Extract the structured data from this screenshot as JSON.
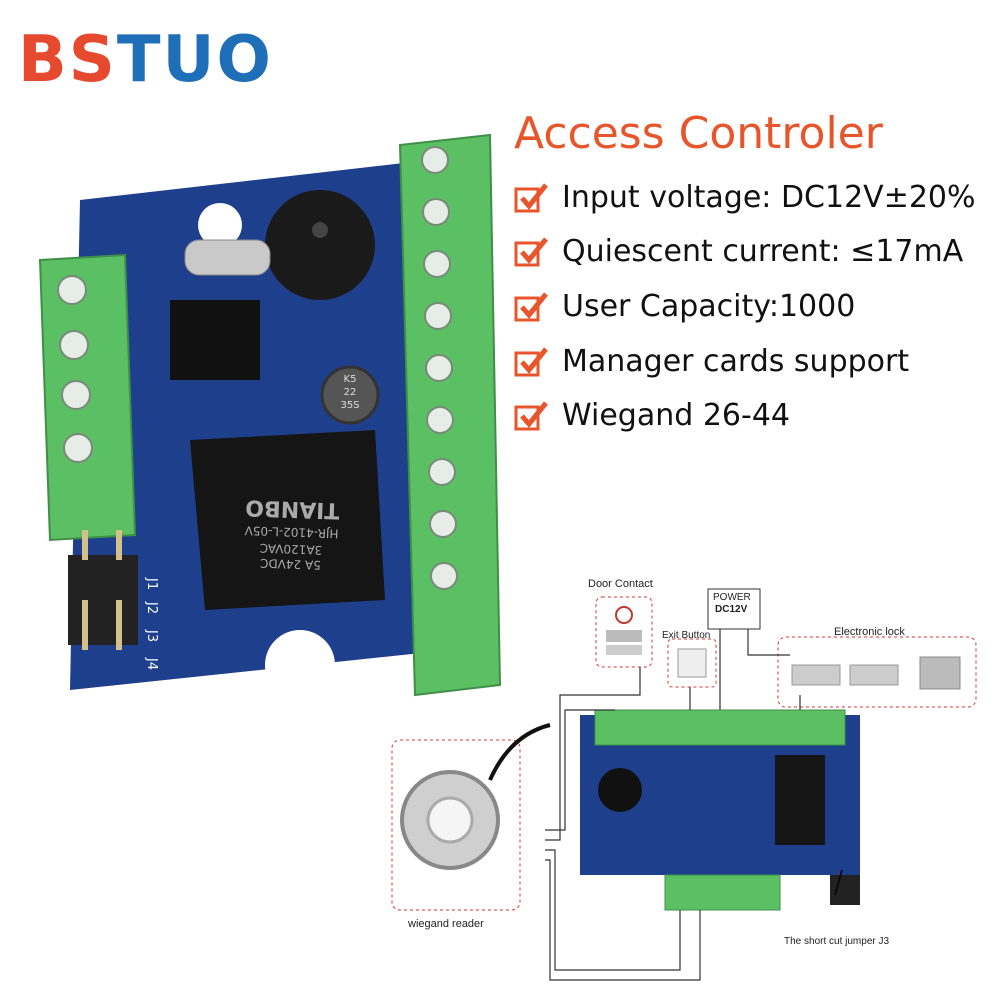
{
  "brand": {
    "name": "BSTUO",
    "part1": "BS",
    "part2": "TUO",
    "color_orange": "#e64a2e",
    "color_blue": "#1f6fb8"
  },
  "title": "Access Controler",
  "features": [
    "Input voltage: DC12V±20%",
    "Quiescent current: ≤17mA",
    "User Capacity:1000",
    "Manager cards support",
    "Wiegand 26-44"
  ],
  "board_marks": {
    "relay_brand": "TIANBO",
    "relay_model": "HJR-4102-L-05V",
    "relay_rating1": "3A120VAC",
    "relay_rating2": "5A 24VDC",
    "capacitor": [
      "K5",
      "22",
      "35S"
    ],
    "jumpers": [
      "J1",
      "J2",
      "J3",
      "J4"
    ]
  },
  "diagram": {
    "door_contact": "Door Contact",
    "power": "POWER",
    "power_voltage": "DC12V",
    "exit_button": "Exit Button",
    "electronic_lock": "Electronic lock",
    "wiegand_reader": "wiegand reader",
    "jumper_note": "The short cut jumper J3"
  },
  "colors": {
    "terminal_green": "#5bbf63",
    "pcb_blue": "#1d3f8c",
    "accent": "#e8552b"
  }
}
